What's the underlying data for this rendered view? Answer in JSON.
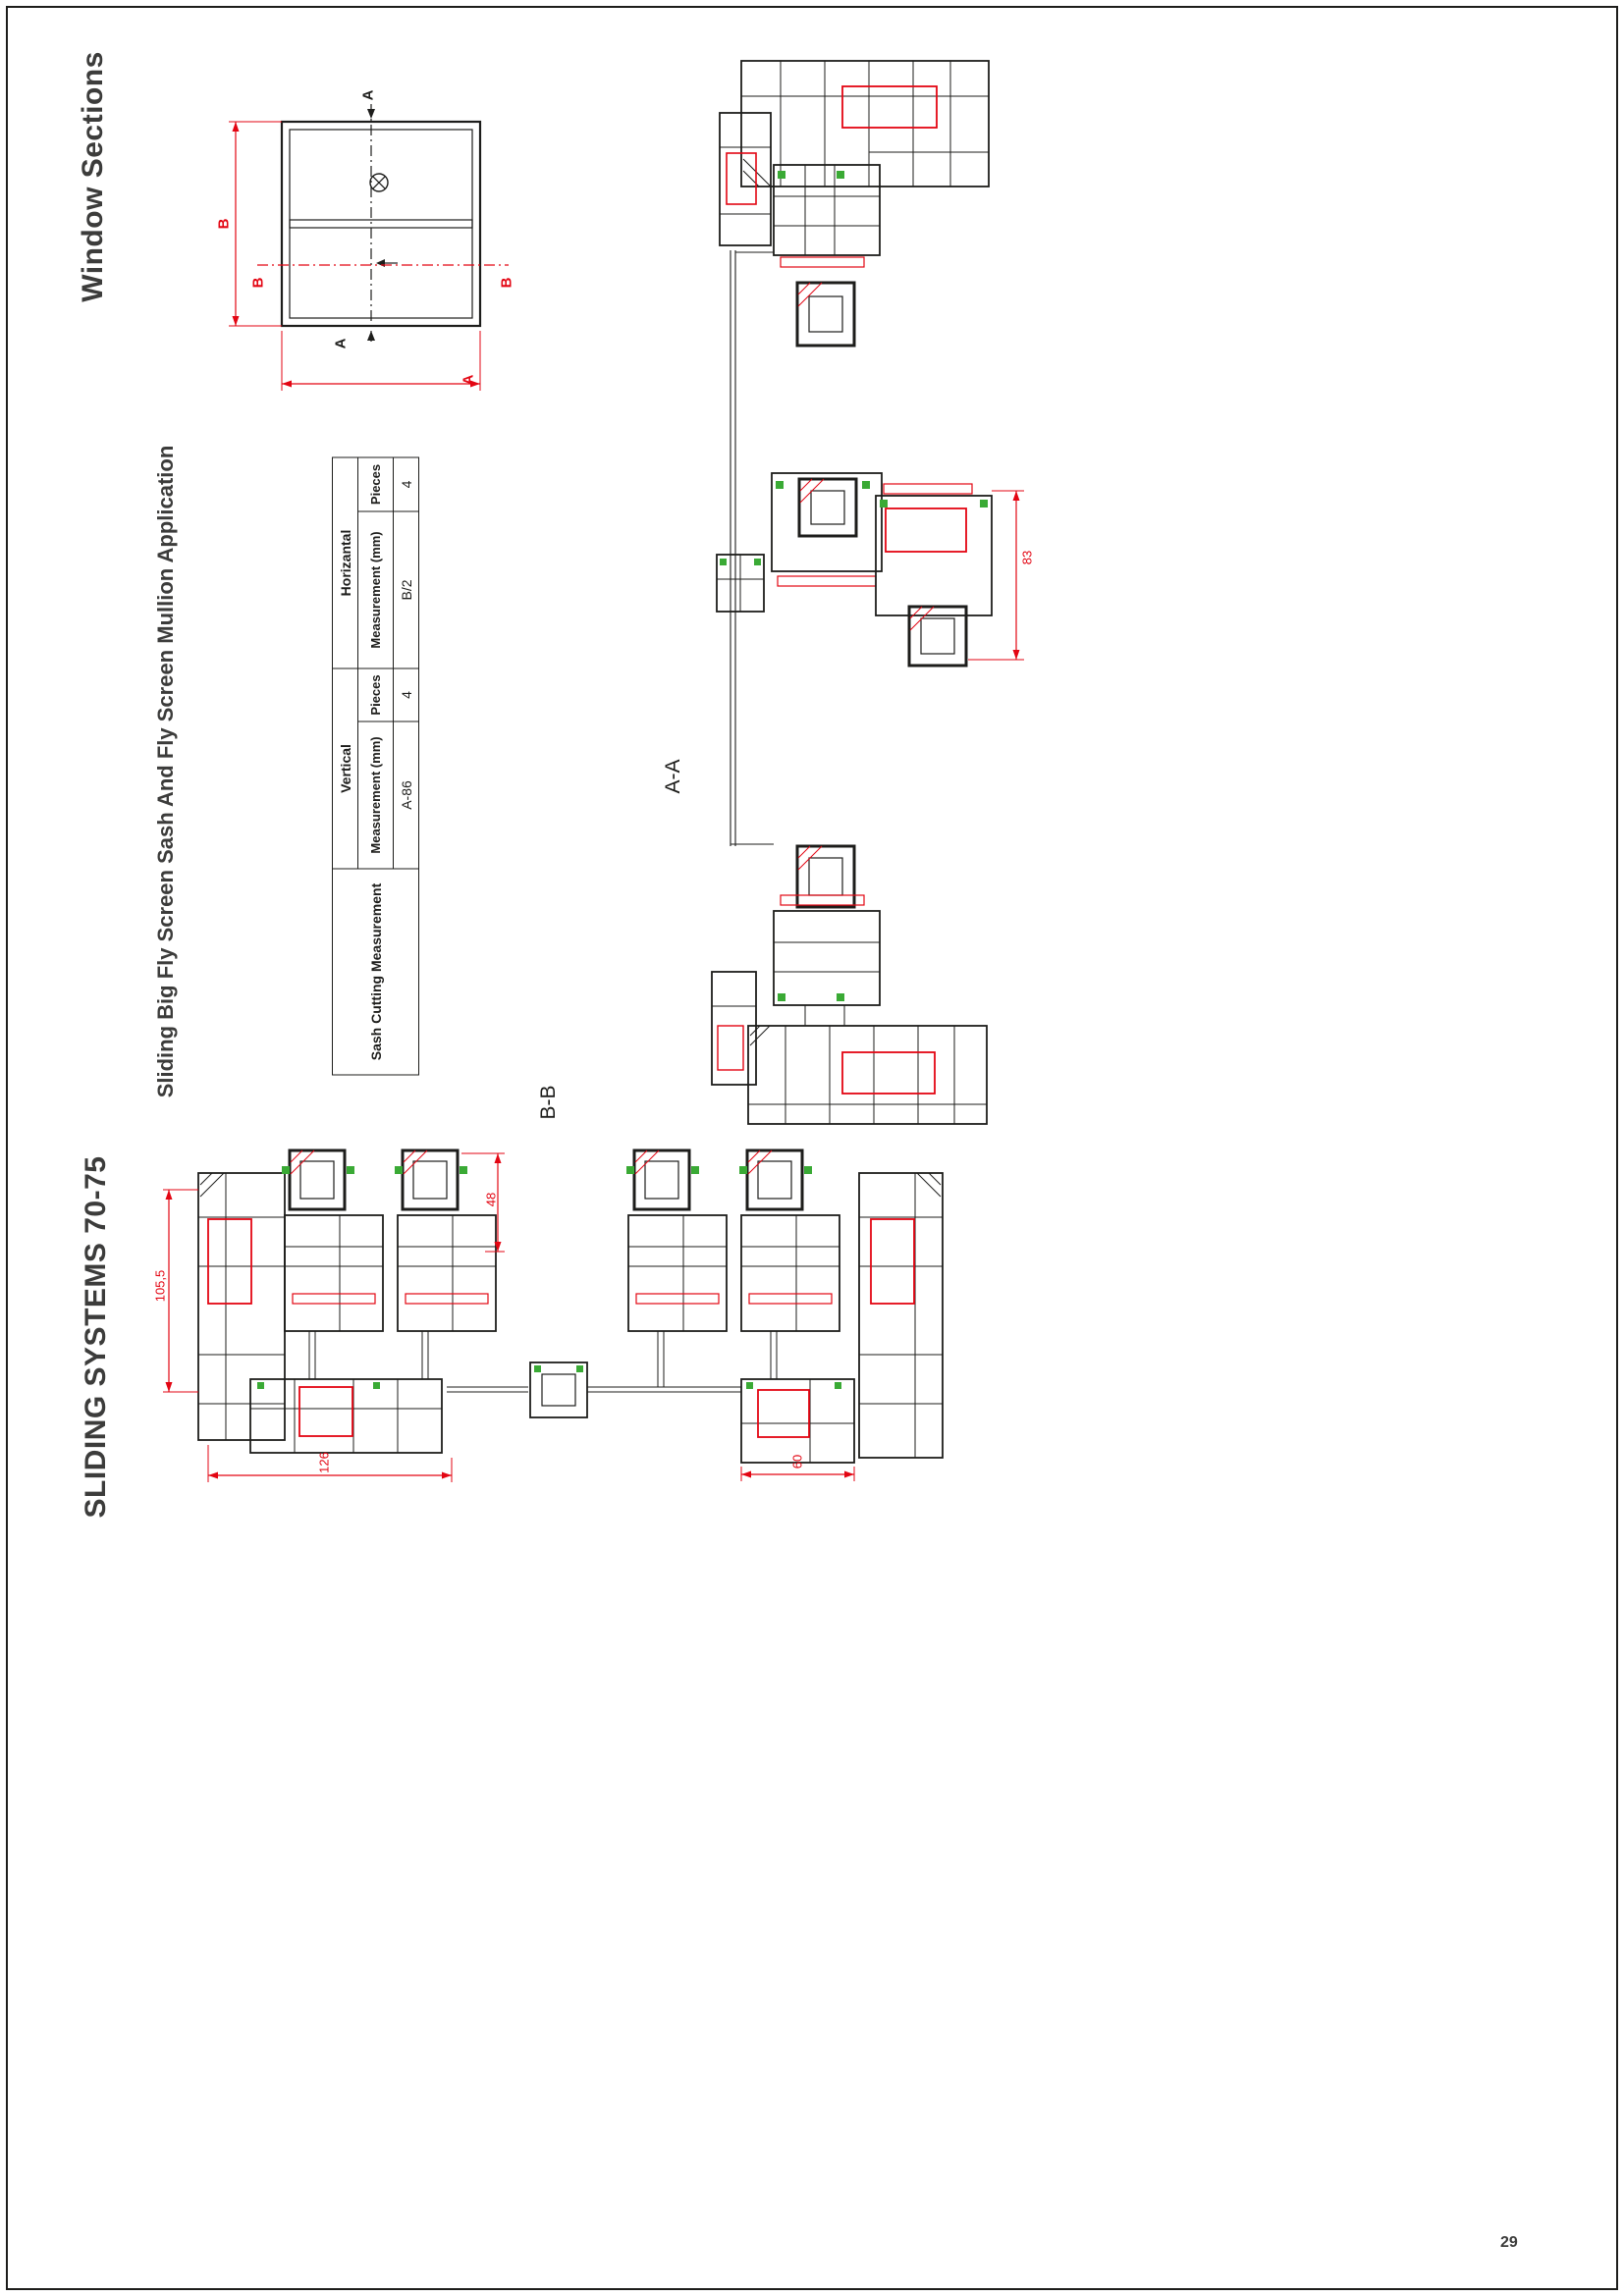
{
  "page": {
    "title": "Window Sections",
    "system": "SLIDING SYSTEMS 70-75",
    "subtitle": "Sliding Big Fly Screen Sash And Fly Screen Mullion Application",
    "number": "29"
  },
  "section_labels": {
    "aa": "A-A",
    "bb": "B-B"
  },
  "schematic": {
    "section_mark_a": "A",
    "section_mark_b": "B",
    "width_dim": "A",
    "height_dim": "B"
  },
  "cutting_table": {
    "row_header": "Sash Cutting Measurement",
    "measurement_header": "Measurement (mm)",
    "pieces_header": "Pieces",
    "vertical": {
      "label": "Vertical",
      "measurement": "A-86",
      "pieces": "4"
    },
    "horizontal": {
      "label": "Horizantal",
      "measurement": "B/2",
      "pieces": "4"
    }
  },
  "dimensions": {
    "bb_left_height": "105,5",
    "bb_left_width": "126",
    "bb_sash_depth": "48",
    "bb_right_width": "60",
    "aa_mullion_width": "83"
  },
  "colors": {
    "accent_red": "#e30613",
    "gasket_green": "#3aaa35",
    "ink": "#1d1d1b",
    "heading": "#3c3c3b",
    "table_header_bg": "#d8d8d8"
  }
}
